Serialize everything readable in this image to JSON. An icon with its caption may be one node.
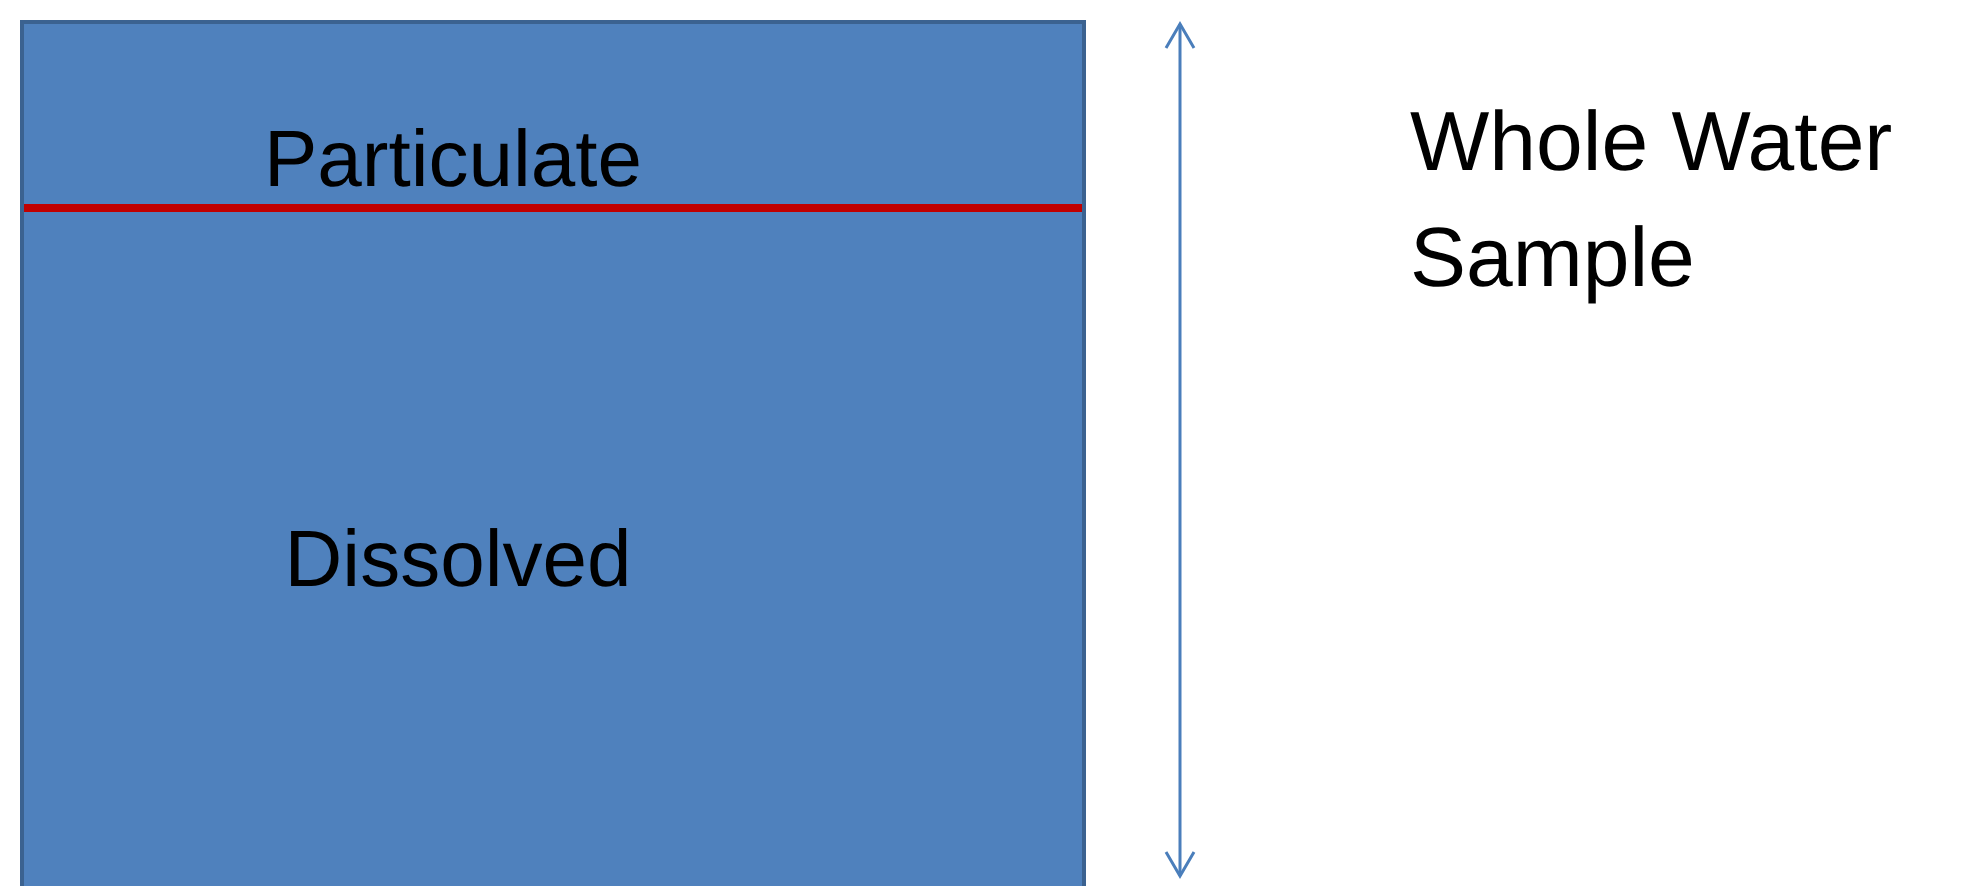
{
  "diagram": {
    "nodes": [
      {
        "text": [],
        "shape": "box"
      },
      {
        "text": [
          "Particulate"
        ],
        "in": 0
      },
      {
        "text": [
          "Dissolved"
        ],
        "in": 0
      }
    ],
    "labels": [
      "Whole Water Sample"
    ]
  }
}
